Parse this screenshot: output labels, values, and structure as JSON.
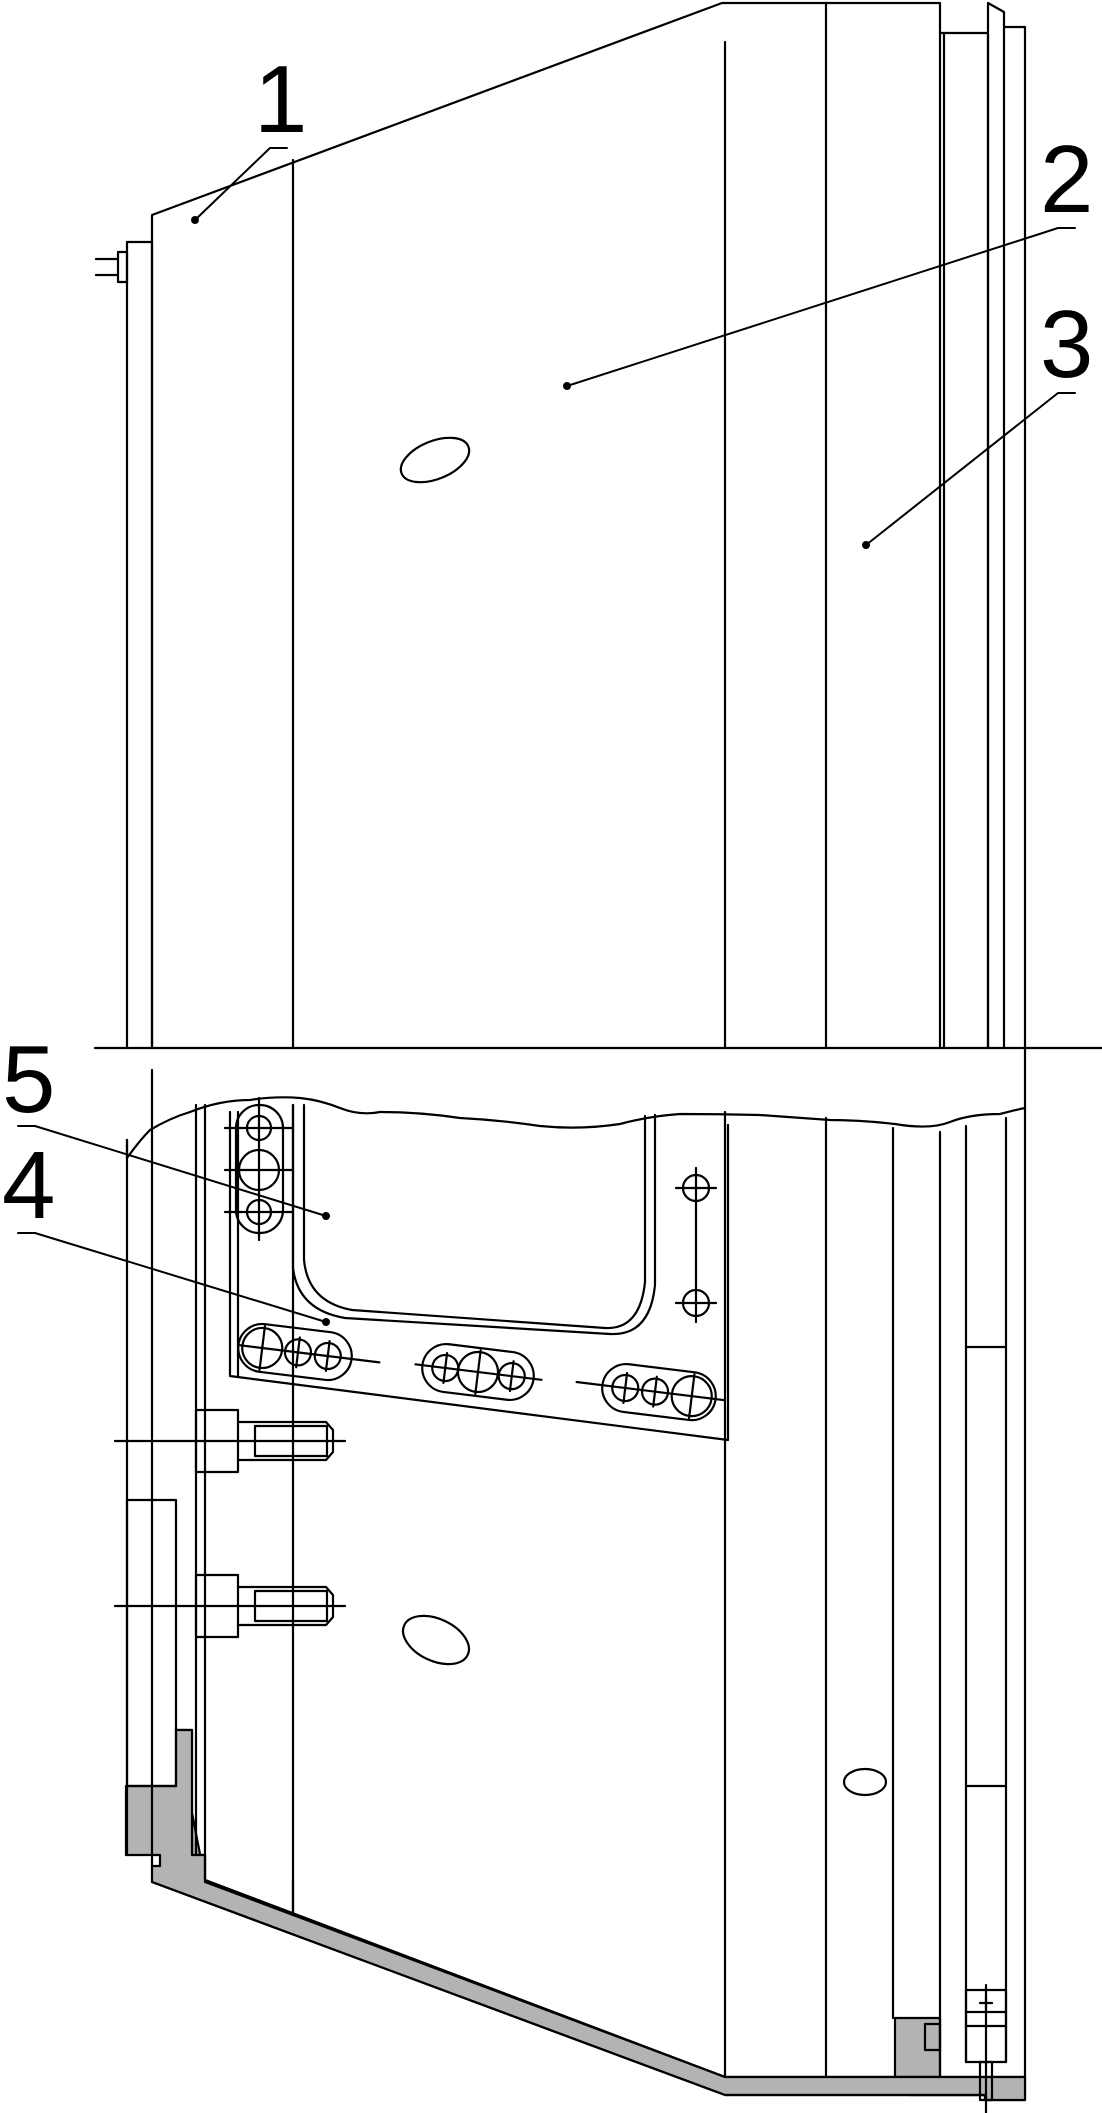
{
  "callouts": [
    {
      "id": "1",
      "label": "1"
    },
    {
      "id": "2",
      "label": "2"
    },
    {
      "id": "3",
      "label": "3"
    },
    {
      "id": "4",
      "label": "4"
    },
    {
      "id": "5",
      "label": "5"
    }
  ],
  "colors": {
    "line": "#000000",
    "fill_section": "#b3b3b3",
    "background": "#ffffff"
  }
}
